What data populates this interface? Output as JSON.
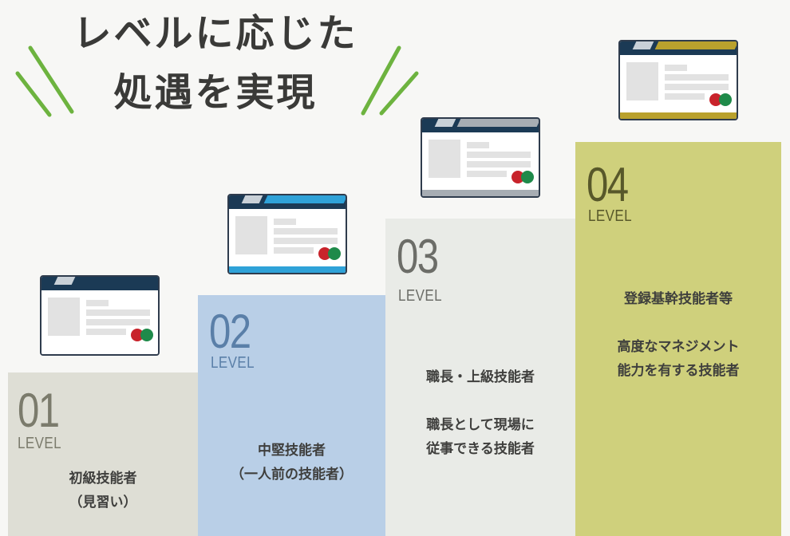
{
  "title": {
    "line1": "レベルに応じた",
    "line2": "処遇を実現"
  },
  "colors": {
    "accent_green": "#6db33f",
    "step1": "#deded5",
    "step2": "#b9cfe7",
    "step3": "#e9ebe7",
    "step4": "#cfd07c"
  },
  "levels": [
    {
      "number": "01",
      "label": "LEVEL",
      "desc": "初級技能者\n（見習い）",
      "card_stripe": "#ffffff"
    },
    {
      "number": "02",
      "label": "LEVEL",
      "desc": "中堅技能者\n（一人前の技能者）",
      "card_stripe": "#2fa2d8"
    },
    {
      "number": "03",
      "label": "LEVEL",
      "desc": "職長・上級技能者\n\n職長として現場に\n従事できる技能者",
      "card_stripe": "#a7adb3"
    },
    {
      "number": "04",
      "label": "LEVEL",
      "desc": "登録基幹技能者等\n\n高度なマネジメント\n能力を有する技能者",
      "card_stripe": "#b9a12d"
    }
  ]
}
